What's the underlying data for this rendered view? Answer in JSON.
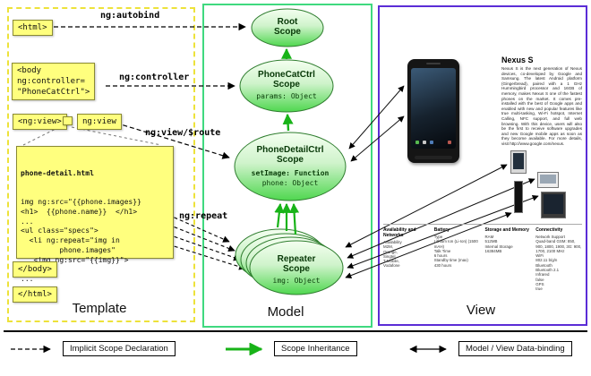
{
  "panels": {
    "template": "Template",
    "model": "Model",
    "view": "View"
  },
  "flow_labels": {
    "autobind": "ng:autobind",
    "controller": "ng:controller",
    "view_route": "ng:view/$route",
    "repeat": "ng:repeat"
  },
  "code": {
    "html_open": "<html>",
    "body_open": "<body\nng:controller=\n\"PhoneCatCtrl\">",
    "ngview_tag": "<ng:view>",
    "ngview_name": "ng:view",
    "detail_title": "phone-detail.html",
    "detail_body": "img ng:src=\"{{phone.images}}\n<h1>  {{phone.name}}  </h1>\n...\n<ul class=\"specs\">\n  <li ng:repeat=\"img in\n         phone.images\"\n   <img ng:src=\"{{img}}\">\n  </li>\n...",
    "body_close": "</body>",
    "html_close": "</html>"
  },
  "scopes": {
    "root": {
      "name": "Root\nScope"
    },
    "phonecat": {
      "name": "PhoneCatCtrl\nScope",
      "prop": "params: Object"
    },
    "phonedetail": {
      "name": "PhoneDetailCtrl\nScope",
      "prop_bold": "setImage: Function",
      "prop": "phone: Object"
    },
    "repeater": {
      "name": "Repeater\nScope",
      "prop": "img: Object"
    }
  },
  "view_panel": {
    "title": "Nexus S",
    "description": "Nexus S is the next generation of Nexus devices, co-developed by Google and Samsung. The latest Android platform (Gingerbread), paired with a 1 GHz Hummingbird processor and 16GB of memory, makes Nexus S one of the fastest phones on the market. It comes pre-installed with the best of Google apps and enabled with new and popular features like true multi-tasking, Wi-Fi hotspot, Internet Calling, NFC support, and full web browsing. With this device, users will also be the first to receive software upgrades and new Google mobile apps as soon as they become available. For more details, visit http://www.google.com/nexus.",
    "specs": [
      {
        "header": "Availability and Networks",
        "body": "Availability\nM2M,\nOrange,\nSingtel,\nT-Mobile,\nVodafone"
      },
      {
        "header": "Battery",
        "body": "Type\nLithium Ion (Li-Ion) (1500 mAH)\nTalk Time\n6 hours\nStandby time (max)\n430 hours"
      },
      {
        "header": "Storage and Memory",
        "body": "RAM\n512MB\nInternal Storage\n16384MB"
      },
      {
        "header": "Connectivity",
        "body": "Network Support\nQuad-band GSM: 850, 900, 1800, 1900, 3G: 900, 1700, 2100 MHz\nWiFi\n802.11 b/g/n\nBluetooth\nBluetooth 2.1\nInfrared\nfalse\nGPS\ntrue"
      }
    ]
  },
  "legend": {
    "implicit": "Implicit Scope Declaration",
    "inheritance": "Scope Inheritance",
    "databinding": "Model / View Data-binding"
  }
}
